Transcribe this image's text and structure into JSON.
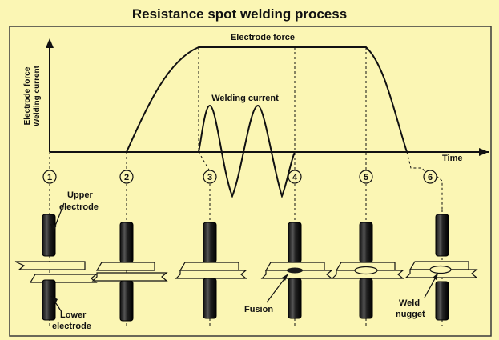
{
  "title": "Resistance spot welding process",
  "y_axis_label_line1": "Electrode force",
  "y_axis_label_line2": "Welding current",
  "x_axis_label": "Time",
  "curves": {
    "electrode_force": "Electrode force",
    "welding_current": "Welding current"
  },
  "stages": [
    "1",
    "2",
    "3",
    "4",
    "5",
    "6"
  ],
  "callouts": {
    "upper_line1": "Upper",
    "upper_line2": "electrode",
    "lower_line1": "Lower",
    "lower_line2": "electrode",
    "fusion": "Fusion",
    "weld_line1": "Weld",
    "weld_line2": "nugget"
  },
  "colors": {
    "background": "#fbf6b4",
    "frame": "#3a3a3a",
    "electrode": "#1a1a1a",
    "sheet_fill": "#fbf6b4"
  }
}
